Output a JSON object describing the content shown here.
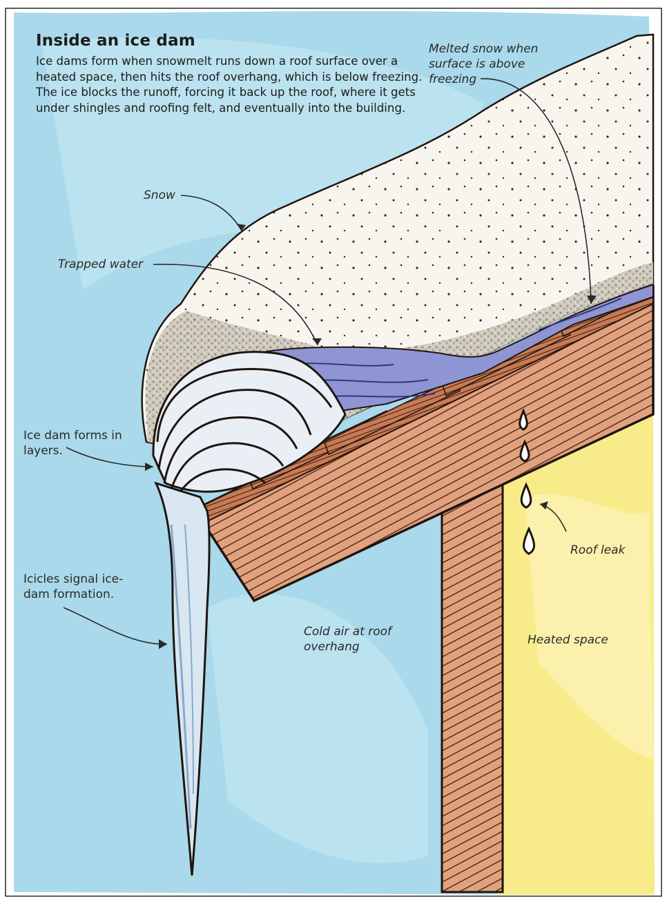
{
  "title": "Inside an ice dam",
  "intro": "Ice dams form when snowmelt runs down a roof surface over a heated space, then hits the roof overhang, which is below freezing. The ice blocks the runoff, forcing it back up the roof, where it gets under shingles and roofing felt, and eventually into the building.",
  "labels": {
    "melted_snow_1": "Melted snow when",
    "melted_snow_2": "surface is above",
    "melted_snow_3": "freezing",
    "snow": "Snow",
    "trapped_water": "Trapped water",
    "ice_dam_1": "Ice dam forms in",
    "ice_dam_2": "layers.",
    "icicles_1": "Icicles signal ice-",
    "icicles_2": "dam formation.",
    "roof_leak": "Roof leak",
    "cold_air_1": "Cold air at roof",
    "cold_air_2": "overhang",
    "heated_space": "Heated space"
  },
  "colors": {
    "cold_sky": "#a9d9ea",
    "heated_space": "#f8ec8a",
    "snow": "#f7f5ee",
    "wood": "#e0a27e",
    "ice": "#e9eff5",
    "water": "#8f95d2",
    "outline": "#1e1410"
  }
}
